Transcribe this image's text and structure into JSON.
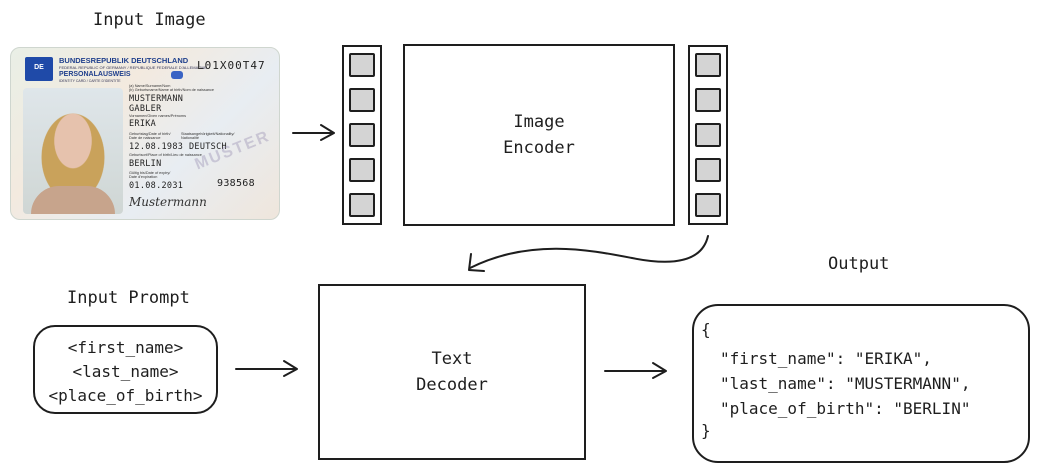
{
  "labels": {
    "input_image": "Input Image",
    "input_prompt": "Input Prompt",
    "output": "Output"
  },
  "image_encoder": {
    "line1": "Image",
    "line2": "Encoder"
  },
  "text_decoder": {
    "line1": "Text",
    "line2": "Decoder"
  },
  "prompt": {
    "lines": [
      "<first_name>",
      "<last_name>",
      "<place_of_birth>"
    ]
  },
  "output_json": {
    "open": "{",
    "lines": [
      "\"first_name\": \"ERIKA\",",
      "\"last_name\": \"MUSTERMANN\",",
      "\"place_of_birth\": \"BERLIN\""
    ],
    "close": "}"
  },
  "id_card": {
    "eu_code": "DE",
    "country": "BUNDESREPUBLIK DEUTSCHLAND",
    "country_sub": "FEDERAL REPUBLIC OF GERMANY / REPUBLIQUE FEDERALE D'ALLEMAGNE",
    "doc_type": "PERSONALAUSWEIS",
    "doc_type_sub": "IDENTITY CARD / CARTE D'IDENTITE",
    "doc_number": "L01X00T47",
    "name_label": "(a) Name/Surname/Nom\n(b) Geburtsname/Name at birth/Nom de naissance",
    "surname": "MUSTERMANN",
    "birth_name": "GABLER",
    "given_label": "Vornamen/Given names/Prénoms",
    "given_name": "ERIKA",
    "dob_label": "Geburtstag/Date of birth/\nDate de naissance",
    "nat_label": "Staatsangehörigkeit/Nationality/\nNationalité",
    "dob": "12.08.1983",
    "nationality": "DEUTSCH",
    "pob_label": "Geburtsort/Place of birth/Lieu de naissance",
    "place_of_birth": "BERLIN",
    "expiry_label": "Gültig bis/Date of expiry/\nDate d'expiration",
    "expiry": "01.08.2031",
    "can": "938568",
    "watermark": "MUSTER",
    "signature": "Mustermann"
  },
  "colors": {
    "stroke": "#1e1e1e",
    "cell_fill": "#d4d4d4",
    "eu_blue": "#1f4aa8"
  }
}
